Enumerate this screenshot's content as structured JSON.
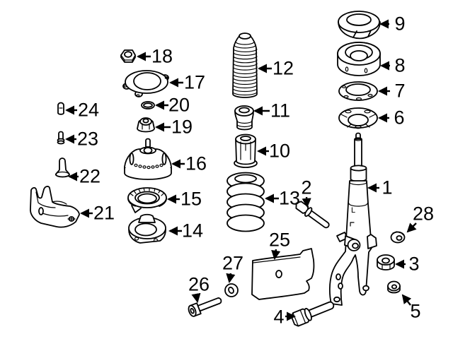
{
  "colors": {
    "background": "#ffffff",
    "line": "#000000"
  },
  "strut_marking": "L",
  "callouts": [
    {
      "label": "1"
    },
    {
      "label": "2"
    },
    {
      "label": "3"
    },
    {
      "label": "4"
    },
    {
      "label": "5"
    },
    {
      "label": "6"
    },
    {
      "label": "7"
    },
    {
      "label": "8"
    },
    {
      "label": "9"
    },
    {
      "label": "10"
    },
    {
      "label": "11"
    },
    {
      "label": "12"
    },
    {
      "label": "13"
    },
    {
      "label": "14"
    },
    {
      "label": "15"
    },
    {
      "label": "16"
    },
    {
      "label": "17"
    },
    {
      "label": "18"
    },
    {
      "label": "19"
    },
    {
      "label": "20"
    },
    {
      "label": "21"
    },
    {
      "label": "22"
    },
    {
      "label": "23"
    },
    {
      "label": "24"
    },
    {
      "label": "25"
    },
    {
      "label": "26"
    },
    {
      "label": "27"
    },
    {
      "label": "28"
    }
  ]
}
